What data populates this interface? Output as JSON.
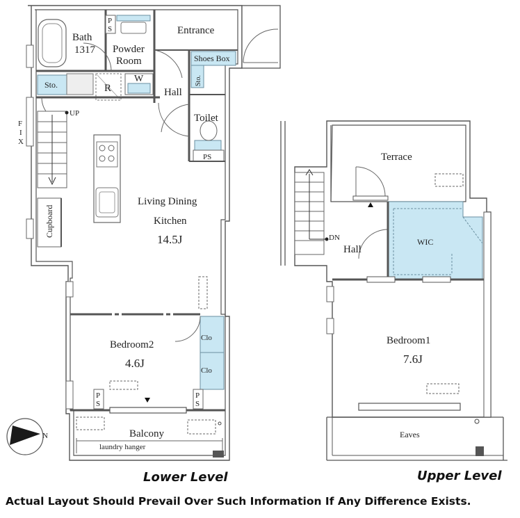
{
  "lower": {
    "caption": "Lower Level",
    "rooms": {
      "bath": "Bath",
      "bath_size": "1317",
      "powder": "Powder",
      "powder2": "Room",
      "ps1": "P",
      "ps2": "S",
      "entrance": "Entrance",
      "shoes_box": "Shoes Box",
      "sto_small": "Sto.",
      "sto": "Sto.",
      "r": "R",
      "w": "W",
      "hall": "Hall",
      "toilet": "Toilet",
      "toilet_ps": "PS",
      "up": "UP",
      "fix_f": "F",
      "fix_i": "I",
      "fix_x": "X",
      "cupboard": "Cupboard",
      "ldk1": "Living Dining",
      "ldk2": "Kitchen",
      "ldk_size": "14.5J",
      "bed2": "Bedroom2",
      "bed2_size": "4.6J",
      "clo1": "Clo",
      "clo2": "Clo",
      "ps_l_p": "P",
      "ps_l_s": "S",
      "ps_r_p": "P",
      "ps_r_s": "S",
      "balcony": "Balcony",
      "laundry": "laundry hanger"
    }
  },
  "upper": {
    "caption": "Upper Level",
    "rooms": {
      "terrace": "Terrace",
      "dn": "DN",
      "hall": "Hall",
      "wic": "WIC",
      "bed1": "Bedroom1",
      "bed1_size": "7.6J",
      "eaves": "Eaves"
    }
  },
  "compass": "N",
  "disclaimer": "Actual Layout Should Prevail Over Such Information If Any Difference Exists.",
  "colors": {
    "storage_fill": "#c9e7f3",
    "wall": "#555555"
  }
}
